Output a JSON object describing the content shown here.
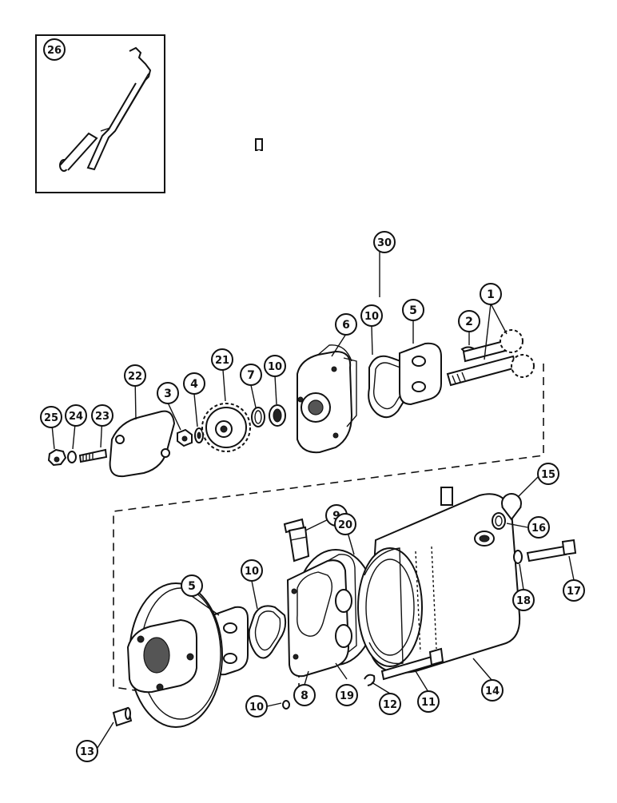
{
  "callouts": [
    {
      "key": "c1",
      "label": "1"
    },
    {
      "key": "c2",
      "label": "2"
    },
    {
      "key": "c3",
      "label": "3"
    },
    {
      "key": "c4",
      "label": "4"
    },
    {
      "key": "c5a",
      "label": "5"
    },
    {
      "key": "c5b",
      "label": "5"
    },
    {
      "key": "c6",
      "label": "6"
    },
    {
      "key": "c7",
      "label": "7"
    },
    {
      "key": "c8",
      "label": "8"
    },
    {
      "key": "c9",
      "label": "9"
    },
    {
      "key": "c10a",
      "label": "10"
    },
    {
      "key": "c10b",
      "label": "10"
    },
    {
      "key": "c10c",
      "label": "10"
    },
    {
      "key": "c10d",
      "label": "10"
    },
    {
      "key": "c11",
      "label": "11"
    },
    {
      "key": "c12",
      "label": "12"
    },
    {
      "key": "c13",
      "label": "13"
    },
    {
      "key": "c14",
      "label": "14"
    },
    {
      "key": "c15",
      "label": "15"
    },
    {
      "key": "c16",
      "label": "16"
    },
    {
      "key": "c17",
      "label": "17"
    },
    {
      "key": "c18",
      "label": "18"
    },
    {
      "key": "c19",
      "label": "19"
    },
    {
      "key": "c20",
      "label": "20"
    },
    {
      "key": "c21",
      "label": "21"
    },
    {
      "key": "c22",
      "label": "22"
    },
    {
      "key": "c23",
      "label": "23"
    },
    {
      "key": "c24",
      "label": "24"
    },
    {
      "key": "c25",
      "label": "25"
    },
    {
      "key": "c26",
      "label": "26"
    },
    {
      "key": "c30",
      "label": "30"
    }
  ],
  "colors": {
    "ink": "#111111",
    "paper": "#ffffff"
  }
}
